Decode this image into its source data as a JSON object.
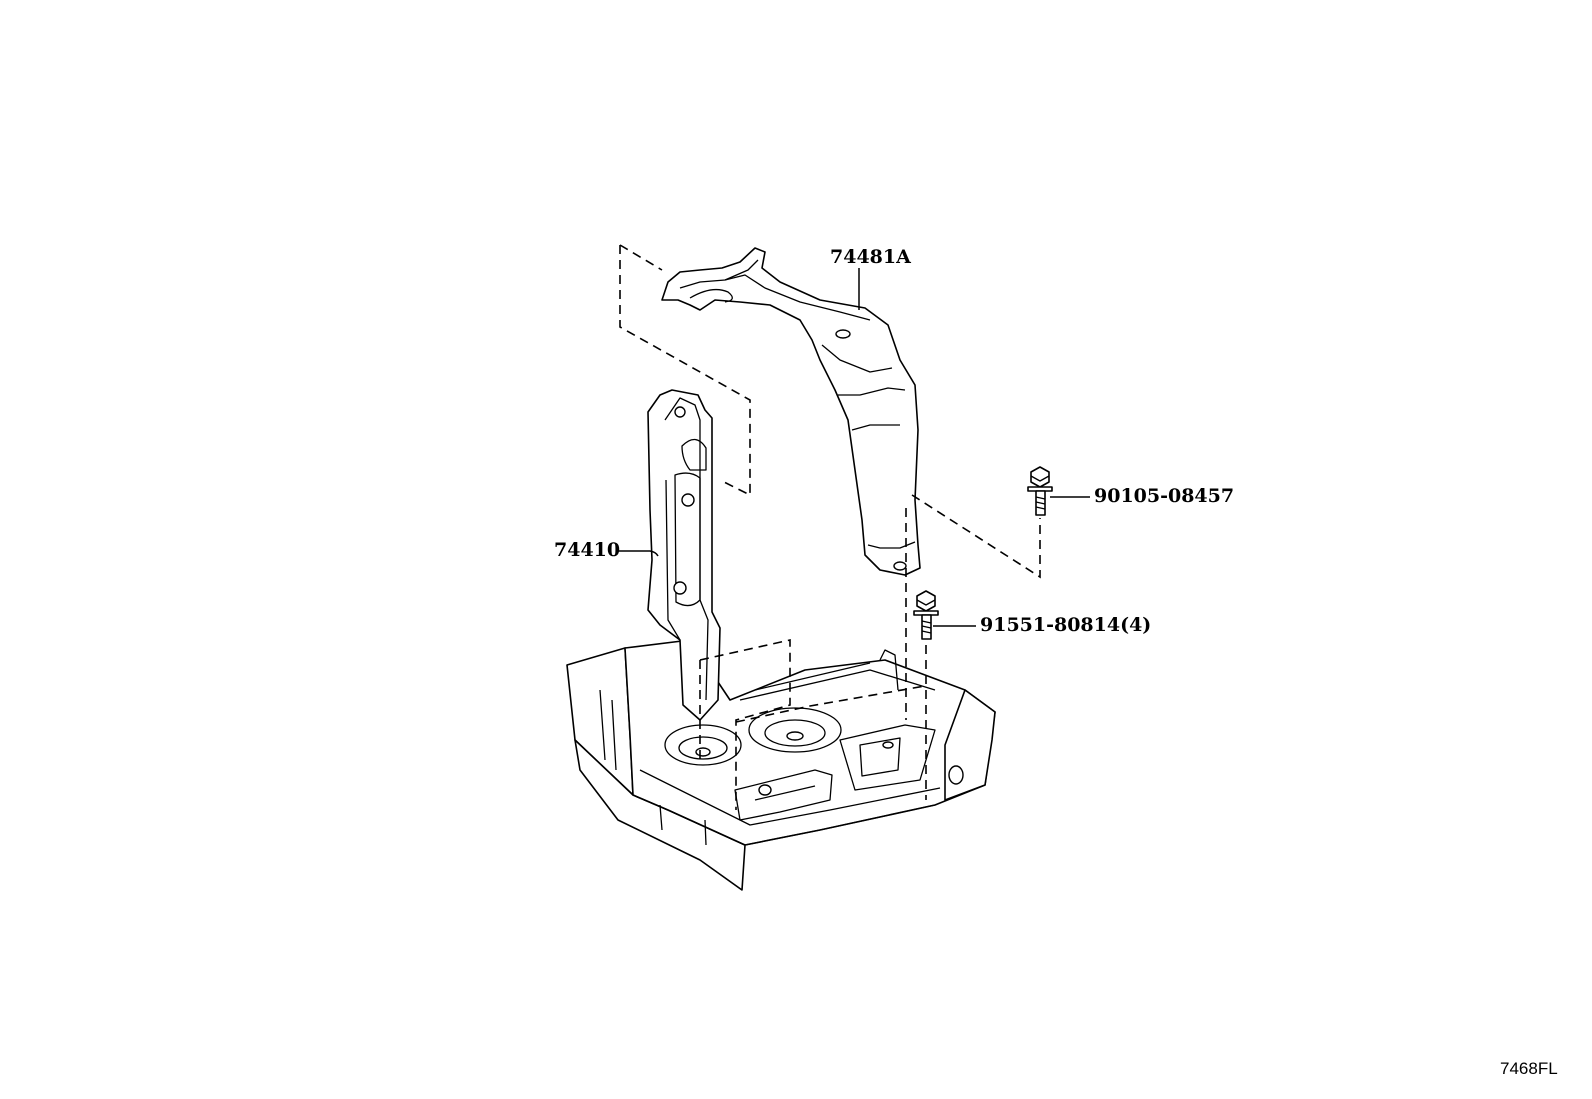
{
  "parts": [
    {
      "id": "bracket",
      "label": "74481A"
    },
    {
      "id": "tray",
      "label": "74410"
    },
    {
      "id": "bolt_upper",
      "label": "90105-08457"
    },
    {
      "id": "bolt_lower",
      "label": "91551-80814(4)"
    }
  ],
  "illustration_code": "7468FL",
  "colors": {
    "line": "#000000",
    "background": "#ffffff"
  }
}
